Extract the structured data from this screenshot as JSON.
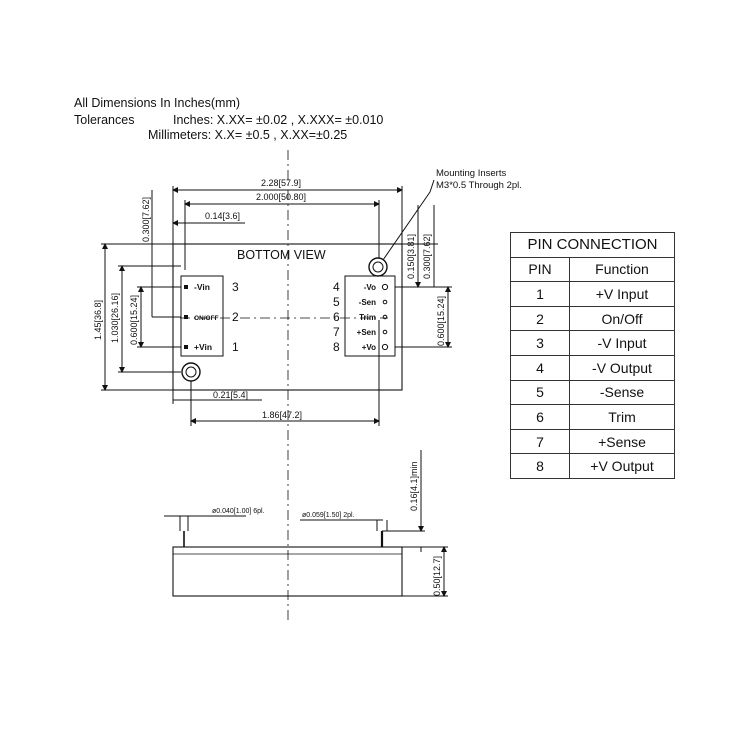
{
  "notes": {
    "line1": "All Dimensions In Inches(mm)",
    "tol_label": "Tolerances",
    "tol_inches": "Inches: X.XX= ±0.02 , X.XXX= ±0.010",
    "tol_mm": "Millimeters: X.X= ±0.5 , X.XX=±0.25"
  },
  "drawing": {
    "view_label": "BOTTOM VIEW",
    "mounting_line1": "Mounting Inserts",
    "mounting_line2": "M3*0.5 Through 2pl.",
    "dims": {
      "overall_width": "2.28[57.9]",
      "insert_spacing": "2.000[50.80]",
      "pin_offset": "0.14[3.6]",
      "top_offset": "0.300[7.62]",
      "overall_height": "1.45[36.8]",
      "insert_vertical": "1.030[26.16]",
      "left_pin_span": "0.600[15.24]",
      "right_pin_span": "0.600[15.24]",
      "right_offset_a": "0.150[3.81]",
      "right_offset_b": "0.300[7.62]",
      "bottom_offset": "0.21[5.4]",
      "pin_row_spacing": "1.86[47.2]",
      "pin_length": "0.16[4.1]min",
      "body_height": "0.50[12.7]",
      "pin_diameter_left": "ø0.040[1.00] 6pl.",
      "pin_diameter_right": "ø0.059[1.50] 2pl."
    },
    "left_pins": [
      {
        "num": "3",
        "label": "-Vin"
      },
      {
        "num": "2",
        "label": "ON/OFF"
      },
      {
        "num": "1",
        "label": "+Vin"
      }
    ],
    "right_pins": [
      {
        "num": "4",
        "label": "-Vo"
      },
      {
        "num": "5",
        "label": "-Sen"
      },
      {
        "num": "6",
        "label": "Trim"
      },
      {
        "num": "7",
        "label": "+Sen"
      },
      {
        "num": "8",
        "label": "+Vo"
      }
    ]
  },
  "pin_table": {
    "title": "PIN CONNECTION",
    "col_pin": "PIN",
    "col_function": "Function",
    "rows": [
      {
        "pin": "1",
        "function": "+V Input"
      },
      {
        "pin": "2",
        "function": "On/Off"
      },
      {
        "pin": "3",
        "function": "-V Input"
      },
      {
        "pin": "4",
        "function": "-V Output"
      },
      {
        "pin": "5",
        "function": "-Sense"
      },
      {
        "pin": "6",
        "function": "Trim"
      },
      {
        "pin": "7",
        "function": "+Sense"
      },
      {
        "pin": "8",
        "function": "+V Output"
      }
    ]
  }
}
